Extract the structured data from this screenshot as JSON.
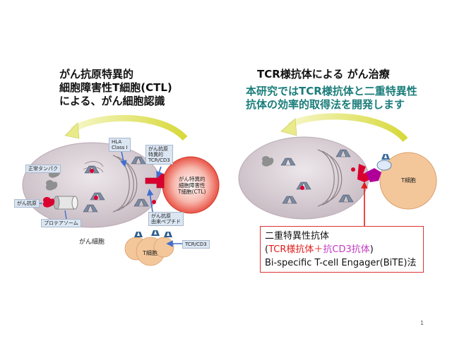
{
  "left": {
    "title": "がん抗原特異的\n細胞障害性T細胞(CTL)\nによる、がん細胞認識",
    "labels": {
      "hla": "HLA\nClass I",
      "tcr_specific": "がん抗原\n特異的\nTCR/CD3",
      "normal_protein": "正常タンパク",
      "cancer_antigen": "がん抗原",
      "proteasome": "プロテアソーム",
      "peptide": "がん抗原\n由来ペプチド",
      "ctl": "がん特異的\n細胞障害性\nT細胞(CTL)",
      "cancer_cell": "がん細胞",
      "t_cell": "T細胞",
      "tcr_cd3": "TCR/CD3"
    }
  },
  "right": {
    "title": "TCR様抗体による がん治療",
    "subtitle": "本研究ではTCR様抗体と二重特異性\n抗体の効率的取得法を開発します",
    "t_cell": "T細胞",
    "bite": {
      "line1": "二重特異性抗体",
      "paren_open": "(",
      "tcr_like": "TCR様抗体",
      "plus": "＋",
      "anti_cd3": "抗CD3抗体",
      "paren_close": ")",
      "line3": "Bi-specific T-cell Engager(BiTE)法"
    }
  },
  "page_number": "1",
  "colors": {
    "arrow_yellow": "#d7d93a",
    "cell_fill": "#d8cdd3",
    "tcell_fill": "#f4c79b",
    "ctl_red": "#e53a2c",
    "antibody_red": "#d9002f",
    "antibody_magenta": "#b0009a",
    "receptor_blue": "#3a6a9c",
    "pointer_blue": "#3f6fd0",
    "box_red": "#d33333",
    "subtitle_teal": "#1a7d7a"
  }
}
